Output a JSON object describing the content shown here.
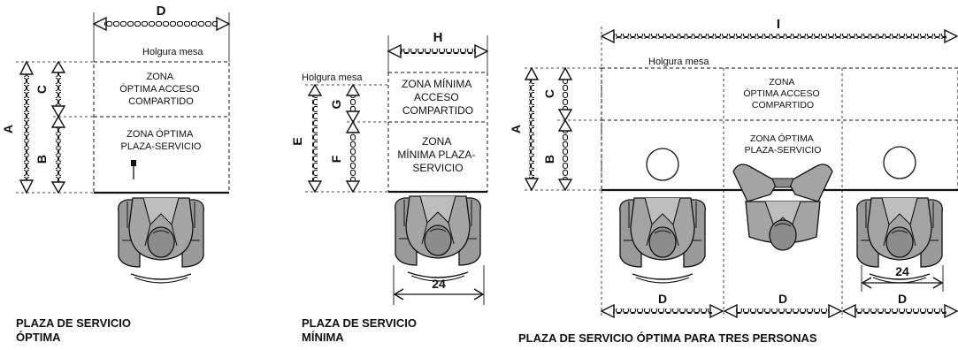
{
  "panel_optima": {
    "dim_d": "D",
    "holgura": "Holgura mesa",
    "zona_acceso": [
      "ZONA",
      "ÓPTIMA ACCESO",
      "COMPARTIDO"
    ],
    "zona_plaza": [
      "ZONA ÓPTIMA",
      "PLAZA-SERVICIO"
    ],
    "dim_a": "A",
    "dim_b": "B",
    "dim_c": "C",
    "caption": [
      "PLAZA DE SERVICIO",
      "ÓPTIMA"
    ]
  },
  "panel_minima": {
    "dim_h": "H",
    "holgura": "Holgura mesa",
    "zona_acceso": [
      "ZONA MÍNIMA",
      "ACCESO",
      "COMPARTIDO"
    ],
    "zona_plaza": [
      "ZONA",
      "MÍNIMA PLAZA-",
      "SERVICIO"
    ],
    "dim_e": "E",
    "dim_f": "F",
    "dim_g": "G",
    "width_24": "24",
    "caption": [
      "PLAZA DE SERVICIO",
      "MÍNIMA"
    ]
  },
  "panel_tres": {
    "dim_i": "I",
    "holgura": "Holgura mesa",
    "zona_acceso": [
      "ZONA",
      "ÓPTIMA ACCESO",
      "COMPARTIDO"
    ],
    "zona_plaza": [
      "ZONA ÓPTIMA",
      "PLAZA-SERVICIO"
    ],
    "dim_a": "A",
    "dim_b": "B",
    "dim_c": "C",
    "width_24": "24",
    "dim_d_left": "D",
    "dim_d_mid": "D",
    "dim_d_right": "D",
    "caption": "PLAZA DE SERVICIO ÓPTIMA PARA TRES PERSONAS"
  }
}
